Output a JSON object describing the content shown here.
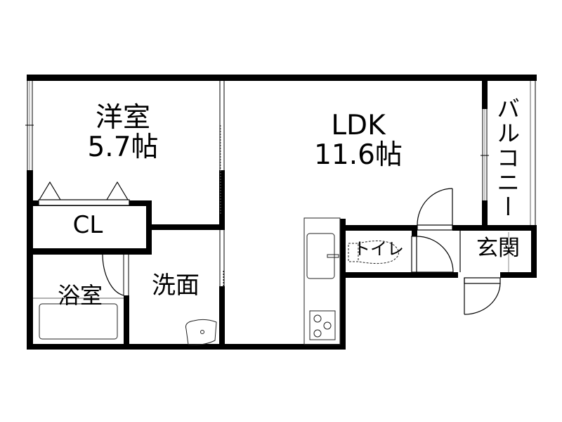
{
  "floorplan": {
    "rooms": {
      "western_room": {
        "name": "洋室",
        "size": "5.7帖"
      },
      "ldk": {
        "name": "LDK",
        "size": "11.6帖"
      },
      "balcony": {
        "name": "バルコニー"
      },
      "closet": {
        "name": "CL"
      },
      "bathroom": {
        "name": "浴室"
      },
      "washroom": {
        "name": "洗面"
      },
      "toilet": {
        "name": "トイレ"
      },
      "entrance": {
        "name": "玄関"
      }
    },
    "colors": {
      "wall": "#000000",
      "background": "#ffffff",
      "fixture_line": "#333333"
    }
  }
}
